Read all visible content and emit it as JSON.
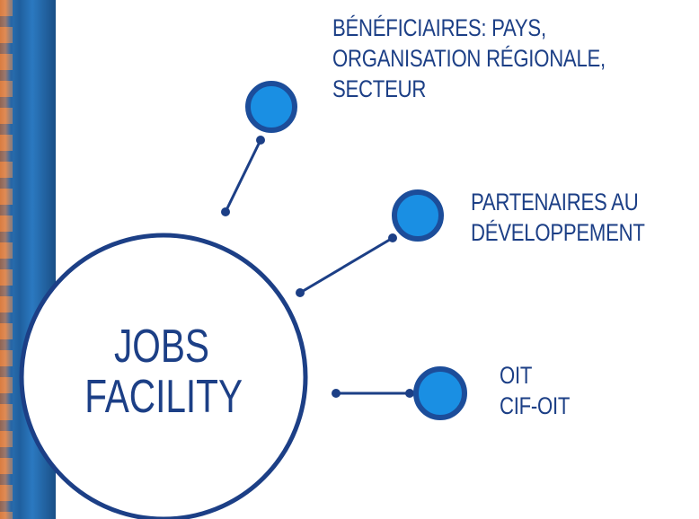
{
  "center": {
    "line1": "JOBS",
    "line2": "FACILITY"
  },
  "nodes": [
    {
      "lines": [
        "BÉNÉFICIAIRES: PAYS,",
        "ORGANISATION RÉGIONALE,",
        "SECTEUR"
      ]
    },
    {
      "lines": [
        "PARTENAIRES AU",
        "DÉVELOPPEMENT"
      ]
    },
    {
      "lines": [
        "OIT",
        "CIF-OIT"
      ]
    }
  ],
  "colors": {
    "navy": "#1c3f86",
    "node_fill": "#1a8fe3",
    "node_ring": "#1c4d9a",
    "text": "#1c3f86"
  }
}
